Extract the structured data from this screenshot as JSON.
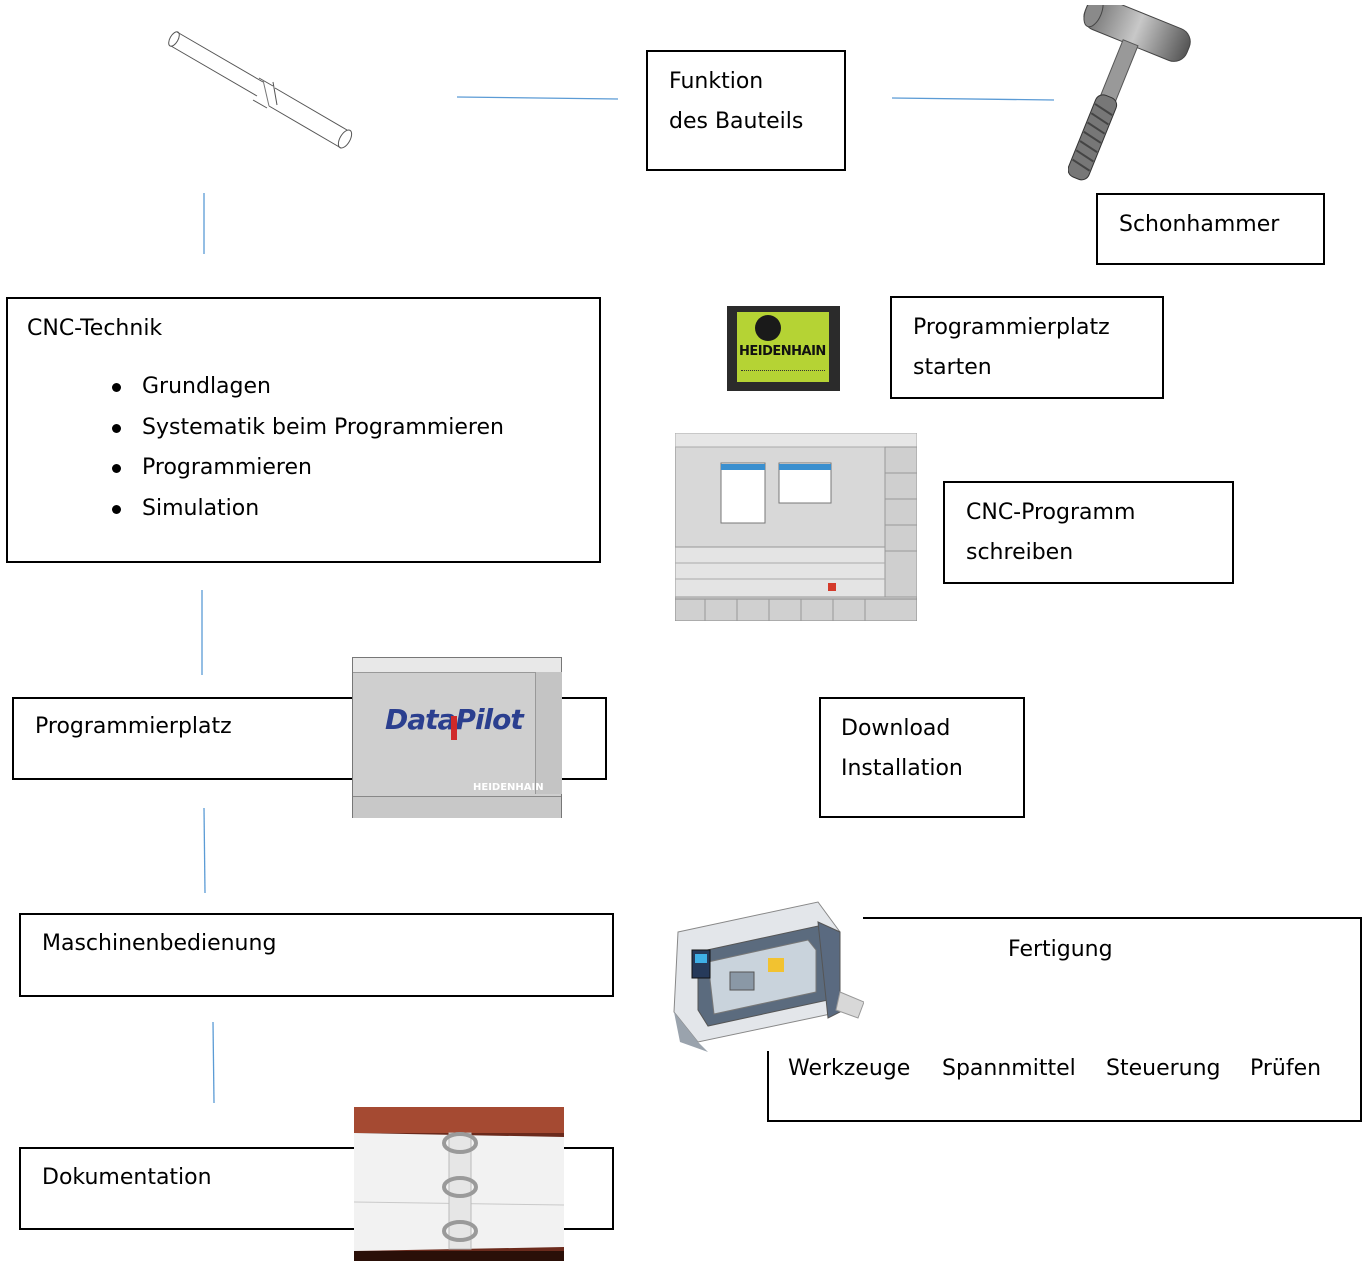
{
  "top": {
    "function_box": {
      "line1": "Funktion",
      "line2": "des Bauteils"
    },
    "hammer_label": "Schonhammer"
  },
  "cnc_box": {
    "title": "CNC-Technik",
    "items": [
      "Grundlagen",
      "Systematik beim Programmieren",
      "Programmieren",
      "Simulation"
    ]
  },
  "heidenhain_logo": {
    "text": "HEIDENHAIN"
  },
  "start_box": {
    "line1": "Programmierplatz",
    "line2": "starten"
  },
  "program_box": {
    "line1": "CNC-Programm",
    "line2": "schreiben"
  },
  "programmierplatz_box": {
    "label": "Programmierplatz"
  },
  "datapilot": {
    "logo": "DataPilot",
    "brand": "HEIDENHAIN"
  },
  "download_box": {
    "line1": "Download",
    "line2": "Installation"
  },
  "maschinen_box": {
    "label": "Maschinenbedienung"
  },
  "fertigung_box": {
    "title": "Fertigung",
    "items": [
      "Werkzeuge",
      "Spannmittel",
      "Steuerung",
      "Prüfen"
    ]
  },
  "doku_box": {
    "label": "Dokumentation"
  },
  "colors": {
    "connector": "#5b9bd5",
    "heidenhain_bg": "#b5d334"
  }
}
